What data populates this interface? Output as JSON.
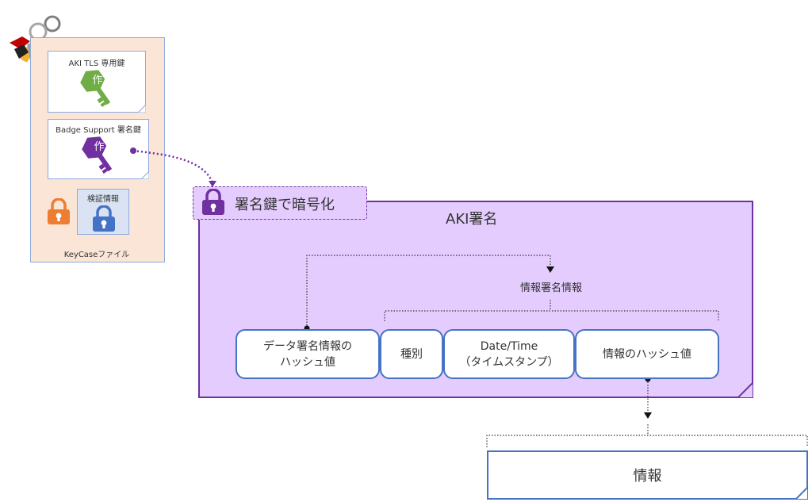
{
  "keycase": {
    "label": "KeyCaseファイル",
    "tls_key_label": "AKI TLS 専用鍵",
    "badge_key_label": "Badge Support 署名鍵",
    "verify_label": "検証情報",
    "key_badge_char_1": "作",
    "key_badge_char_2": "作"
  },
  "encrypt_label": "署名鍵で暗号化",
  "aki_signature": {
    "title": "AKI署名",
    "info_signature_label": "情報署名情報",
    "fields": [
      "データ署名情報の\nハッシュ値",
      "種別",
      "Date/Time\n（タイムスタンプ）",
      "情報のハッシュ値"
    ]
  },
  "info_label": "情報",
  "colors": {
    "purple": "#7030a0",
    "lavender": "#e5ccff",
    "blue": "#4472c4",
    "peach": "#fbe5d6",
    "orange": "#ed7d31",
    "green": "#70ad47"
  }
}
